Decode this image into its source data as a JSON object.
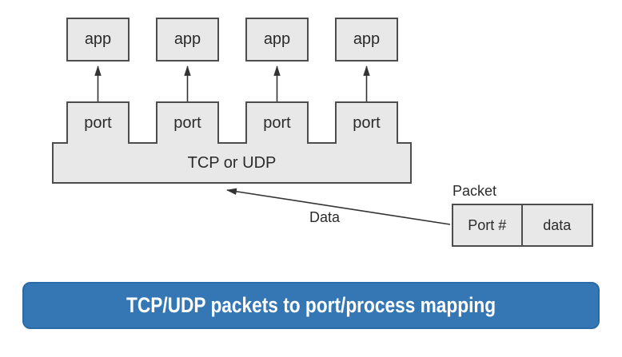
{
  "diagram": {
    "app_label": "app",
    "port_label": "port",
    "transport_label": "TCP or UDP",
    "packet": {
      "title": "Packet",
      "fields": [
        "Port #",
        "data"
      ]
    },
    "data_arrow_label": "Data"
  },
  "caption": "TCP/UDP packets to port/process mapping",
  "colors": {
    "box_fill": "#e8e8e8",
    "box_border": "#4d4d4d",
    "line": "#333333",
    "banner_fill": "#3577b5",
    "banner_border": "#2b69a7",
    "banner_text": "#ffffff",
    "diagram_text": "#2b2b2b"
  }
}
